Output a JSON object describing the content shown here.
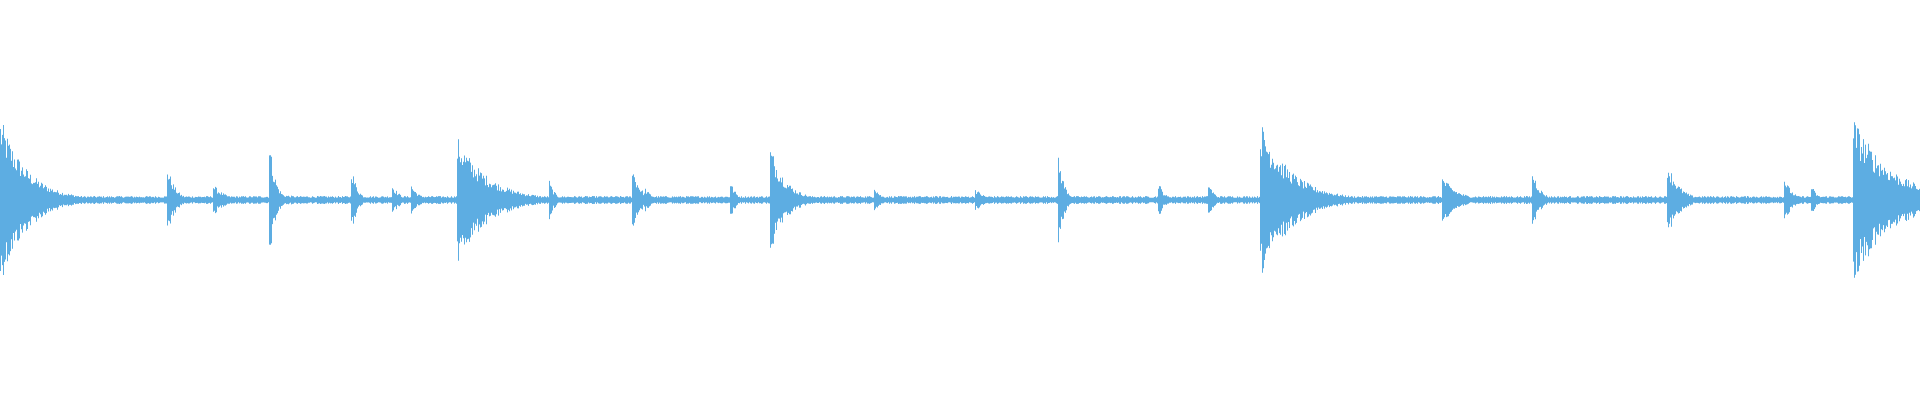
{
  "waveform": {
    "color": "#5dade2",
    "background": "#ffffff",
    "baseline_level": 0.01,
    "events": [
      {
        "t": 0.0,
        "peak": 0.21,
        "decay": 0.014,
        "body": 0.03
      },
      {
        "t": 0.063,
        "peak": 0.01,
        "decay": 0.003,
        "body": 0.0
      },
      {
        "t": 0.087,
        "peak": 0.09,
        "decay": 0.004,
        "body": 0.01
      },
      {
        "t": 0.111,
        "peak": 0.04,
        "decay": 0.006,
        "body": 0.01
      },
      {
        "t": 0.14,
        "peak": 0.16,
        "decay": 0.003,
        "body": 0.02
      },
      {
        "t": 0.183,
        "peak": 0.09,
        "decay": 0.003,
        "body": 0.01
      },
      {
        "t": 0.204,
        "peak": 0.04,
        "decay": 0.004,
        "body": 0.01
      },
      {
        "t": 0.214,
        "peak": 0.04,
        "decay": 0.004,
        "body": 0.01
      },
      {
        "t": 0.238,
        "peak": 0.16,
        "decay": 0.016,
        "body": 0.03
      },
      {
        "t": 0.286,
        "peak": 0.05,
        "decay": 0.003,
        "body": 0.01
      },
      {
        "t": 0.329,
        "peak": 0.09,
        "decay": 0.004,
        "body": 0.01
      },
      {
        "t": 0.336,
        "peak": 0.03,
        "decay": 0.004,
        "body": 0.005
      },
      {
        "t": 0.38,
        "peak": 0.05,
        "decay": 0.003,
        "body": 0.005
      },
      {
        "t": 0.401,
        "peak": 0.14,
        "decay": 0.008,
        "body": 0.02
      },
      {
        "t": 0.455,
        "peak": 0.04,
        "decay": 0.003,
        "body": 0.005
      },
      {
        "t": 0.478,
        "peak": 0.01,
        "decay": 0.003,
        "body": 0.0
      },
      {
        "t": 0.508,
        "peak": 0.03,
        "decay": 0.005,
        "body": 0.005
      },
      {
        "t": 0.551,
        "peak": 0.12,
        "decay": 0.003,
        "body": 0.01
      },
      {
        "t": 0.603,
        "peak": 0.05,
        "decay": 0.003,
        "body": 0.01
      },
      {
        "t": 0.629,
        "peak": 0.05,
        "decay": 0.003,
        "body": 0.01
      },
      {
        "t": 0.656,
        "peak": 0.2,
        "decay": 0.016,
        "body": 0.03
      },
      {
        "t": 0.728,
        "peak": 0.01,
        "decay": 0.003,
        "body": 0.0
      },
      {
        "t": 0.751,
        "peak": 0.06,
        "decay": 0.008,
        "body": 0.01
      },
      {
        "t": 0.798,
        "peak": 0.08,
        "decay": 0.004,
        "body": 0.01
      },
      {
        "t": 0.857,
        "peak": 0.01,
        "decay": 0.003,
        "body": 0.0
      },
      {
        "t": 0.868,
        "peak": 0.1,
        "decay": 0.006,
        "body": 0.01
      },
      {
        "t": 0.929,
        "peak": 0.06,
        "decay": 0.004,
        "body": 0.01
      },
      {
        "t": 0.943,
        "peak": 0.04,
        "decay": 0.003,
        "body": 0.005
      },
      {
        "t": 0.965,
        "peak": 0.21,
        "decay": 0.02,
        "body": 0.03
      }
    ]
  }
}
